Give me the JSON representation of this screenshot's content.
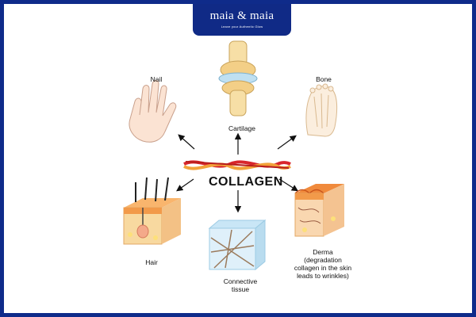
{
  "brand": {
    "name": "maia & maia",
    "tagline": "Leave your Authentic Glow"
  },
  "diagram": {
    "center": "COLLAGEN",
    "nodes": {
      "nail": "Nail",
      "cartilage": "Cartilage",
      "bone": "Bone",
      "hair": "Hair",
      "connective": [
        "Connective",
        "tissue"
      ],
      "derma": [
        "Derma",
        "(degradation",
        "collagen in the skin",
        "leads to wrinkles)"
      ]
    }
  },
  "colors": {
    "frame": "#0f2b8a",
    "fiber_red": "#d8262c",
    "fiber_orange": "#f2a23a",
    "skin": "#f6c28e"
  }
}
